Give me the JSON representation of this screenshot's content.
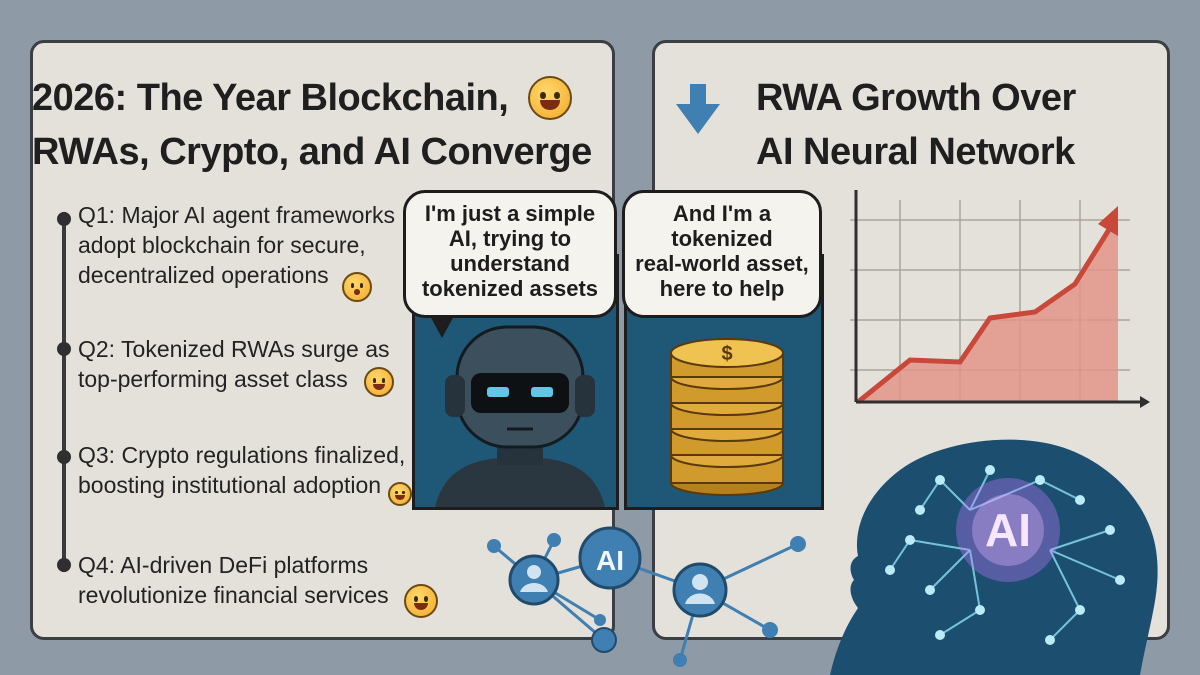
{
  "left_panel": {
    "title_line_1": "2026: The Year Blockchain,",
    "title_line_2": "RWAs, Crypto, and AI Converge",
    "timeline": [
      {
        "text": "Q1: Major AI agent frameworks\nadopt blockchain for secure,\ndecentralized operations"
      },
      {
        "text": "Q2: Tokenized RWAs surge as\ntop-performing asset class"
      },
      {
        "text": "Q3: Crypto regulations finalized,\nboosting institutional adoption"
      },
      {
        "text": "Q4: AI-driven DeFi platforms\nrevolutionize financial services"
      }
    ]
  },
  "comic": {
    "ai_speech": "I'm just a simple\nAI, trying to\nunderstand\ntokenized assets",
    "coin_speech": "And I'm a\ntokenized\nreal-world asset,\nhere to help",
    "coin_symbol": "$"
  },
  "right_panel": {
    "title_line_1": "RWA Growth Over",
    "title_line_2": "AI Neural Network",
    "head_label": "AI"
  },
  "network": {
    "center_label": "AI"
  },
  "colors": {
    "background": "#8e9aa6",
    "panel": "#e4e1da",
    "comic_blue": "#1f5877",
    "chart_red": "#d25a4a",
    "head_blue": "#1c4e70",
    "ai_glow": "#c77cff"
  },
  "icons": [
    "smiley-emoji-icon",
    "down-arrow-icon",
    "robot-icon",
    "coin-stack-icon",
    "user-icon",
    "brain-network-icon"
  ]
}
